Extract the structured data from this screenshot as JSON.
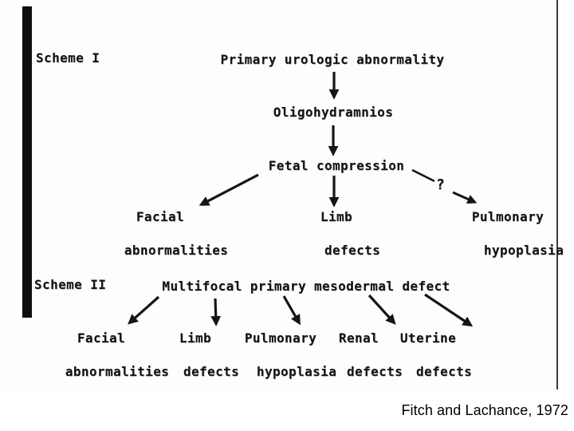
{
  "scheme1": {
    "label": "Scheme I",
    "root": "Primary urologic abnormality",
    "node_oligohydramnios": "Oligohydramnios",
    "node_fetal_compression": "Fetal compression",
    "uncertain_mark": "?",
    "children": [
      {
        "line1": "Facial",
        "line2": "abnormalities"
      },
      {
        "line1": "Limb",
        "line2": "defects"
      },
      {
        "line1": "Pulmonary",
        "line2": "hypoplasia"
      }
    ]
  },
  "scheme2": {
    "label": "Scheme II",
    "root": "Multifocal primary mesodermal defect",
    "children": [
      {
        "line1": "Facial",
        "line2": "abnormalities"
      },
      {
        "line1": "Limb",
        "line2": "defects"
      },
      {
        "line1": "Pulmonary",
        "line2": "hypoplasia"
      },
      {
        "line1": "Renal",
        "line2": "defects"
      },
      {
        "line1": "Uterine",
        "line2": "defects"
      }
    ]
  },
  "caption": "Fitch and Lachance, 1972",
  "colors": {
    "ink": "#151515",
    "background": "#ffffff",
    "scan_edge": "#0e0e0e",
    "scan_line_right": "#3c3c3c"
  }
}
